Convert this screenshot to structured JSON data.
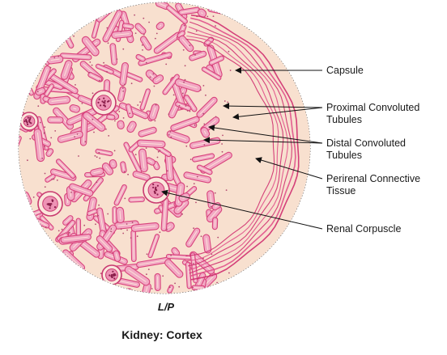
{
  "figure": {
    "view_label": "L/P",
    "caption": "Kidney: Cortex",
    "labels": {
      "capsule": "Capsule",
      "pct_line1": "Proximal Convoluted",
      "pct_line2": "Tubules",
      "dct_line1": "Distal Convoluted",
      "dct_line2": "Tubules",
      "perirenal_line1": "Perirenal Connective",
      "perirenal_line2": "Tissue",
      "renal_corpuscle": "Renal Corpuscle"
    }
  }
}
